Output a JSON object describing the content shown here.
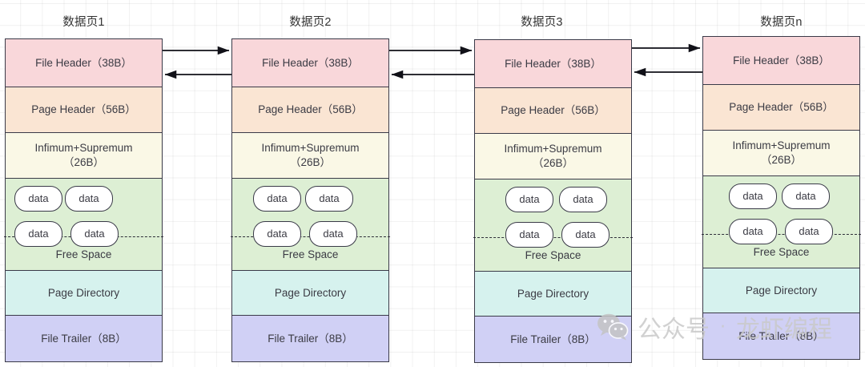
{
  "diagram": {
    "title_prefix": "数据页",
    "section_labels": {
      "file_header": "File Header（38B）",
      "page_header": "Page Header（56B）",
      "infimum_supremum": "Infimum+Supremum\n（26B）",
      "free_space": "Free Space",
      "page_directory": "Page Directory",
      "file_trailer": "File Trailer（8B）",
      "record": "data"
    },
    "colors": {
      "file_header": "#f9d7da",
      "page_header": "#fae5d3",
      "infimum_supremum": "#faf8e6",
      "records": "#ddefd4",
      "page_directory": "#d6f2ee",
      "file_trailer": "#d0d0f5",
      "border": "#3a3a48",
      "background": "#ffffff",
      "grid": "#eeeeee",
      "watermark": "#c9c9c9"
    },
    "pages": [
      {
        "title": "数据页1",
        "file_header": "File Header（38B）",
        "page_header": "Page Header（56B）",
        "infimum_supremum": "Infimum+Supremum\n（26B）",
        "records": [
          "data",
          "data",
          "data",
          "data"
        ],
        "free_space": "Free Space",
        "page_directory": "Page Directory",
        "file_trailer": "File Trailer（8B）"
      },
      {
        "title": "数据页2",
        "file_header": "File Header（38B）",
        "page_header": "Page Header（56B）",
        "infimum_supremum": "Infimum+Supremum\n（26B）",
        "records": [
          "data",
          "data",
          "data",
          "data"
        ],
        "free_space": "Free Space",
        "page_directory": "Page Directory",
        "file_trailer": "File Trailer（8B）"
      },
      {
        "title": "数据页3",
        "file_header": "File Header（38B）",
        "page_header": "Page Header（56B）",
        "infimum_supremum": "Infimum+Supremum\n（26B）",
        "records": [
          "data",
          "data",
          "data",
          "data"
        ],
        "free_space": "Free Space",
        "page_directory": "Page Directory",
        "file_trailer": "File Trailer（8B）"
      },
      {
        "title": "数据页n",
        "file_header": "File Header（38B）",
        "page_header": "Page Header（56B）",
        "infimum_supremum": "Infimum+Supremum\n（26B）",
        "records": [
          "data",
          "data",
          "data",
          "data"
        ],
        "free_space": "Free Space",
        "page_directory": "Page Directory",
        "file_trailer": "File Trailer（8B）"
      }
    ],
    "connections": [
      {
        "from": "数据页1",
        "to": "数据页2",
        "direction": "bidirectional"
      },
      {
        "from": "数据页2",
        "to": "数据页3",
        "direction": "bidirectional"
      },
      {
        "from": "数据页3",
        "to": "数据页n",
        "direction": "bidirectional"
      }
    ]
  },
  "watermark": {
    "icon": "wechat-icon",
    "account_label": "公众号",
    "separator": "·",
    "name": "龙虾编程"
  }
}
